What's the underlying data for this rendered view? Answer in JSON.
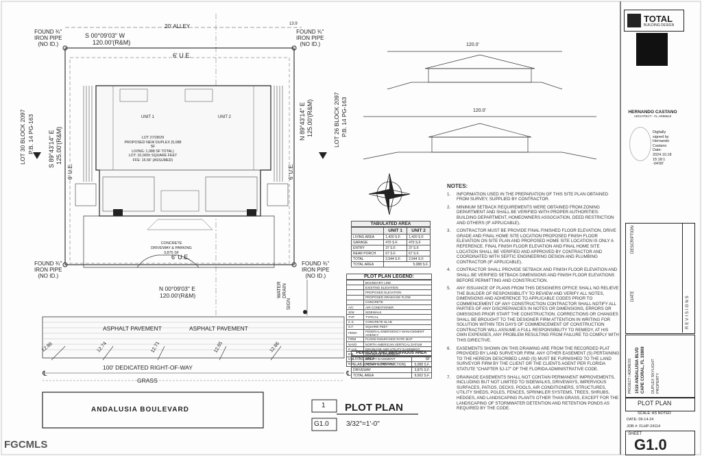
{
  "plan_labels": {
    "alley": "20' ALLEY",
    "north_bearing": "S 00°09'03\" W",
    "north_length": "120.00'(R&M)",
    "south_bearing": "N 00°09'03\" E",
    "south_length": "120.00'(R&M)",
    "east_bearing": "N 89°43'14\" E",
    "east_length": "125.00'(R&M)",
    "west_bearing": "S 89°43'14\" E",
    "west_length": "125.00'(R&M)",
    "lot_left": "LOT 30 BLOCK 2097",
    "lot_left_pb": "P.B. 14 PG-163",
    "lot_right": "LOT 26 BLOCK 2097",
    "lot_right_pb": "P.B. 14 PG-163",
    "found_pipe_tl": [
      "FOUND ¾\"",
      "IRON PIPE",
      "(NO ID.)"
    ],
    "found_pipe_tr": [
      "FOUND ¾\"",
      "IRON PIPE",
      "(NO ID.)"
    ],
    "found_pipe_bl": [
      "FOUND ¾\"",
      "IRON PIPE",
      "(NO ID.)"
    ],
    "found_pipe_br": [
      "FOUND ¾\"",
      "IRON PIPE",
      "(NO ID.)"
    ],
    "ue_top": "6' U.E.",
    "ue_left": "6' U.E.",
    "ue_right": "6' U.E.",
    "ue_bottom": "6' U.E.",
    "unit1": "UNIT 1",
    "unit2": "UNIT 2",
    "lot_text": [
      "LOT 27/28/29",
      "PROPOSED NEW DUPLEX (5,088 SF",
      "LIVING: 1,088 SF TOTAL)",
      "LOT: 15,000± SQUARE FEET",
      "FFE: 15.56' (ASSUMED)"
    ],
    "concrete": [
      "CONCRETE",
      "DRIVEWAY & PARKING",
      "3,875 SF"
    ],
    "asphalt_left": "ASPHALT PAVEMENT",
    "asphalt_right": "ASPHALT PAVEMENT",
    "row": "100' DEDICATED RIGHT-OF-WAY",
    "grass": "GRASS",
    "water_drain": [
      "WATER",
      "DRAIN"
    ],
    "sign": "SIGN",
    "boulevard": "ANDALUSIA BOULEVARD",
    "dim_1286a": "12.86",
    "dim_1274": "12.74",
    "dim_1271": "12.71",
    "dim_1265": "12.65",
    "dim_1286b": "12.86",
    "dim_139": "13.9"
  },
  "plot_title": {
    "number": "1",
    "sheet": "G1.0",
    "title": "PLOT PLAN",
    "scale": "3/32\"=1'-0\""
  },
  "elevations": {
    "upper_dim": "120.0'",
    "lower_dim": "120.0'"
  },
  "tabulated_area": {
    "title": "TABULATED AREA",
    "headers": [
      "",
      "UNIT 1",
      "UNIT 2"
    ],
    "rows": [
      [
        "LIVING AREA",
        "1,420 S.F.",
        "1,420 S.F."
      ],
      [
        "GARAGE",
        "470 S.F.",
        "470 S.F."
      ],
      [
        "ENTRY",
        "37 S.F.",
        "37 S.F."
      ],
      [
        "REAR PORCH",
        "67 S.F.",
        "67 S.F."
      ],
      [
        "TOTAL",
        "2,544 S.F.",
        "2,544 S.F."
      ]
    ],
    "total_label": "TOTAL AREA",
    "total_value": "5,088 S.F."
  },
  "legend": {
    "title": "PLOT PLAN LEGEND:",
    "rows": [
      [
        "",
        "BOUNDARY LINE"
      ],
      [
        "",
        "EXISTING ELEVATION"
      ],
      [
        "",
        "PROPOSED ELEVATION"
      ],
      [
        "",
        "PROPOSED DRAINAGE FLOW"
      ],
      [
        "",
        "CONCRETE"
      ],
      [
        "A/C",
        "AIR CONDITIONER"
      ],
      [
        "S/W",
        "SIDEWALK"
      ],
      [
        "TYP",
        "TYPICAL"
      ],
      [
        "C.S.",
        "CONCRETE SLAB"
      ],
      [
        "S.F.",
        "SQUARE FEET"
      ],
      [
        "FEMA",
        "FEDERAL EMERGENCY MANAGEMENT AGENCY"
      ],
      [
        "FIRM",
        "FLOOD INSURANCE RATE MAP"
      ],
      [
        "NAVD",
        "NORTH AMERICAN VERTICAL DATUM"
      ],
      [
        "D.U.E.",
        "DRAINAGE AND UTILITY EASEMENT"
      ],
      [
        "D.E.",
        "DRAINAGE EASEMENT"
      ],
      [
        "U.E.",
        "UTILITY EASEMENT"
      ],
      [
        "N.G.",
        "NATURAL GROUND"
      ]
    ]
  },
  "pervious": {
    "title": "PERVIOUS AND IMPERVIOUS AREA",
    "rows": [
      [
        "LIVING AREA",
        "SF"
      ],
      [
        "SLAB (UNDER CONSTRUCTION)",
        "5,088 S.F."
      ],
      [
        "DRIVEWAY",
        "3,875 S.F."
      ],
      [
        "TOTAL AREA",
        "9,002 S.F."
      ]
    ]
  },
  "notes": {
    "title": "NOTES:",
    "items": [
      {
        "n": "1.",
        "text": "INFORMATION USED IN THE PREPARATION OF THIS SITE PLAN OBTAINED FROM SURVEY, SUPPLIED BY CONTRACTOR."
      },
      {
        "n": "2.",
        "text": "MINIMUM SETBACK REQUIREMENTS WERE OBTAINED FROM ZONING DEPARTMENT AND SHALL BE VERIFIED WITH PROPER AUTHORITIES: BUILDING DEPARTMENT, HOMEOWNERS ASSOCIATION, DEED RESTRICTION AND OTHERS (IF APPLICABLE)."
      },
      {
        "n": "3.",
        "text": "CONTRACTOR MUST BE PROVIDE FINAL FINISHED FLOOR ELEVATION, DRIVE GRADE AND FINAL HOME SITE LOCATION PROPOSED FINISH FLOOR ELEVATION ON SITE PLAN AND PROPOSED HOME SITE LOCATION IS ONLY A REFERENCE. FINAL FINISH FLOOR ELEVATION AND FINAL HOME SITE LOCATION SHALL BE VERIFIED AND APPROVED BY CONTRACTOR AND COORDINATED WITH SEPTIC ENGINEERING DESIGN AND PLUMBING CONTRACTOR (IF APPLICABLE)."
      },
      {
        "n": "4.",
        "text": "CONTRACTOR SHALL PROVIDE SETBACK AND FINISH FLOOR ELEVATION AND SHALL BE VERIFIED SETBACK DIMENSIONS AND FINISH FLOOR ELEVATIONS BEFORE PERMITTING AND CONSTRUCTION."
      },
      {
        "n": "5.",
        "text": "ANY ISSUANCE OF PLANS FROM THIS DESIGNERS OFFICE SHALL NO RELIEVE THE BUILDER OF RESPONSIBILITY TO REVIEW AND VERIFY ALL NOTES, DIMENSIONS AND ADHERENCE TO APPLICABLE CODES PRIOR TO COMMENCEMENT OF ANY CONSTRUCTION CONTRACTOR SHALL NOTIFY ALL PARTIES OF ANY DISCREPANCIES IN NOTES OR DIMENSIONS, ERRORS OR OMISSIONS PRIOR START THE CONSTRUCTION. CORRECTIONS OR CHANGES SHALL BE BROUGHT TO THE DESIGNER FIRM ATTENTION IN WRITING FOR SOLUTION WITHIN TEN DAYS OF COMMENCEMENT OF CONSTRUCTION CONTRACTOR WILL ASSUME A FULL RESPONSIBILITY TO REMEDY, AT HIS OWN EXPENSES, ANY PROBLEM RESULTING FROM FAILURE TO COMPLY WITH THIS DIRECTIVE."
      },
      {
        "n": "6.",
        "text": "EASEMENTS SHOWN ON THIS DRAWING ARE FROM THE RECORDED PLAT PROVIDED BY LAND SURVEYOR FIRM. ANY OTHER EASEMENT (S) PERTAINING TO THE HEREON DESCRIBED LAND (S) MUST BE FURNISHED TO THE LAND SURVEYOR FIRM BY THE CLIENT OR THE CLIENTS AGENT PER FLORIDA STATUTE \"CHAPTER 5J-17\" OF THE FLORIDA ADMINISTRATIVE CODE."
      },
      {
        "n": "7.",
        "text": "DRAINAGE EASEMENTS SHALL NOT CONTAIN PERMANENT IMPROVEMENTS, INCLUDING BUT NOT LIMITED TO SIDEWALKS, DRIVEWAYS, IMPERVIOUS SURFACES, PATIOS, DECKS, POOLS, AIR CONDITIONERS, STRUCTURES, UTILITY SHEDS, POLES, FENCES, SPRINKLER SYSTEMS, TREES, SHRUBS, HEDGES, AND LANDSCAPING PLANTS OTHER THAN GRASS, EXCEPT FOR THE LANDSCAPING OF STORMWATER DETENTION AND RETENTION PONDS AS REQUIRED BY THE CODE."
      }
    ]
  },
  "title_block": {
    "brand": "TOTAL",
    "brand_sub": "BUILDING DESIGN",
    "architect_name": "HERNANDO CASTANO",
    "architect_lic": "ARCHITECT - FL AR98610",
    "signature": [
      "Digitally",
      "signed by",
      "Hernando",
      "Castano",
      "Date:",
      "2024.10.18",
      "15:18:1",
      "-04'00'"
    ],
    "description": "DESCRIPTION",
    "date": "DATE",
    "revisions": "REVISIONS",
    "project_label": "PROJECT / ADDRESS",
    "project_address": [
      "1519 ANDALUSIA BLVD",
      "CAPE CORAL, FL 33909"
    ],
    "project_name": [
      "DUPLEX SKYLIGHT",
      "PROPERTY"
    ],
    "sheet_title": "PLOT PLAN",
    "scale": "SCALE: AS NOTED",
    "date_value": "DATE: 09-14-24",
    "job": "JOB #: FLHP-24114",
    "sheet_label": "SHEET",
    "sheet_number": "G1.0"
  },
  "watermark": "FGCMLS"
}
